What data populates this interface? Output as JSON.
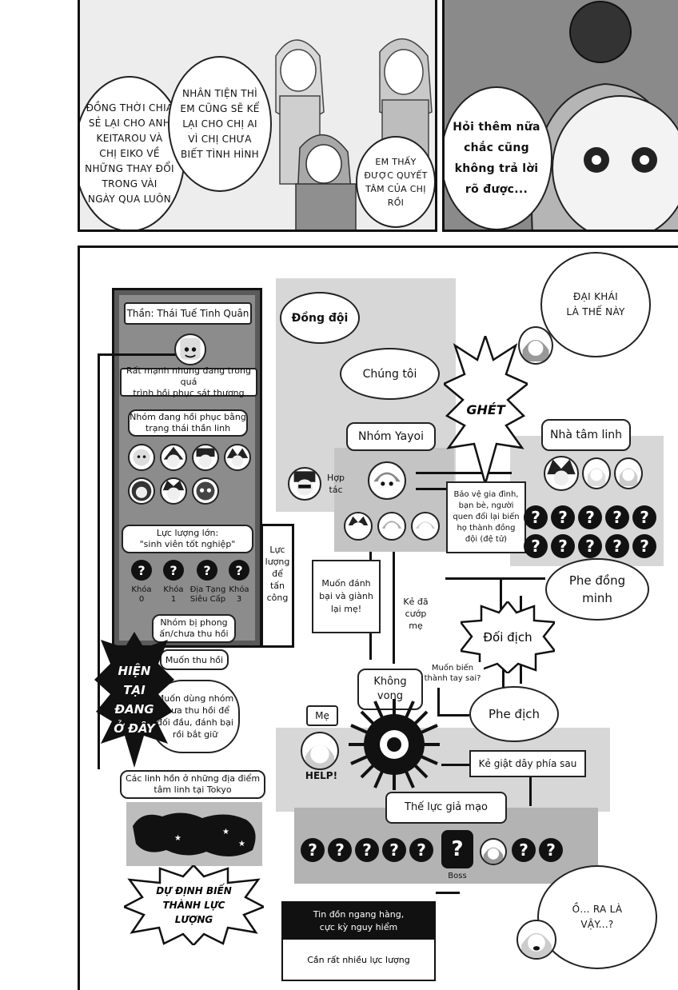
{
  "top": {
    "bubble_left": "ĐỒNG THỜI CHIA\nSẺ LẠI CHO ANH\nKEITAROU VÀ\nCHỊ EIKO VỀ\nNHỮNG THAY ĐỔI\nTRONG VÀI\nNGÀY QUA LUÔN",
    "bubble_mid": "NHÂN TIỆN THÌ\nEM CŨNG SẼ KỂ\nLẠI CHO CHỊ AI\nVÌ CHỊ CHƯA\nBIẾT TÌNH HÌNH",
    "bubble_small": "EM THẤY\nĐƯỢC QUYẾT\nTÂM CỦA CHỊ\nRỒI",
    "bubble_right": "Hỏi thêm nữa\nchắc cũng\nkhông trả lời\nrõ được..."
  },
  "chart": {
    "god_title": "Thần: Thái Tuế Tinh Quân",
    "god_desc": "Rất mạnh nhưng đang trong quá\ntrình hồi phục sát thương",
    "recovering": "Nhóm đang hồi phục bằng\ntrạng thái thần linh",
    "big_force": "Lực lượng lớn:\n\"sinh viên tốt nghiệp\"",
    "years": [
      "Khóa\n0",
      "Khóa\n1",
      "Địa Tạng\nSiêu Cấp",
      "Khóa\n3"
    ],
    "sealed": "Nhóm bị phong\nấn/chưa thu hồi",
    "attack_force": "Lực\nlượng\nđể\ntấn\ncông",
    "want_recover": "Muốn thu hồi",
    "want_use": "Muốn dùng nhóm\nchưa thu hồi để\nđối đầu, đánh bại\nrồi bắt giữ",
    "now_here": "HIỆN\nTẠI\nĐANG\nỞ ĐÂY",
    "spirits": "Các linh hồn ở những địa điểm\ntâm linh tại Tokyo",
    "plan": "DỰ ĐỊNH BIẾN\nTHÀNH LỰC\nLƯỢNG",
    "rumor": "Tin đồn ngang hàng,\ncực kỳ nguy hiểm",
    "need_force": "Cần rất nhiều lực lượng",
    "teammates": "Đồng đội",
    "we": "Chúng tôi",
    "hate": "GHÉT",
    "yayoi": "Nhóm Yayoi",
    "cooperate": "Hợp\ntác",
    "protect": "Bảo vệ gia đình,\nbạn bè, người\nquen đổi lại biến\nhọ thành đồng\nđội (đệ tử)",
    "spirit_house": "Nhà tâm linh",
    "want_defeat": "Muốn đánh\nbại và giành\nlại mẹ!",
    "stole_mom": "Kẻ đã\ncướp\nmẹ",
    "ally": "Phe đồng\nminh",
    "opposed": "Đối địch",
    "enemy": "Phe địch",
    "want_turn": "Muốn biến\nthành tay sai?",
    "khong_vong": "Không\nvong",
    "mom": "Mẹ",
    "help": "HELP!",
    "puppeteer": "Kẻ giật dây phía sau",
    "fake_force": "Thế lực giả mạo",
    "boss": "Boss",
    "q": "?"
  },
  "bottom_bubbles": {
    "roughly": "ĐẠI KHÁI\nLÀ THẾ NÀY",
    "oh": "Ồ... RA LÀ\nVẬY...?"
  }
}
